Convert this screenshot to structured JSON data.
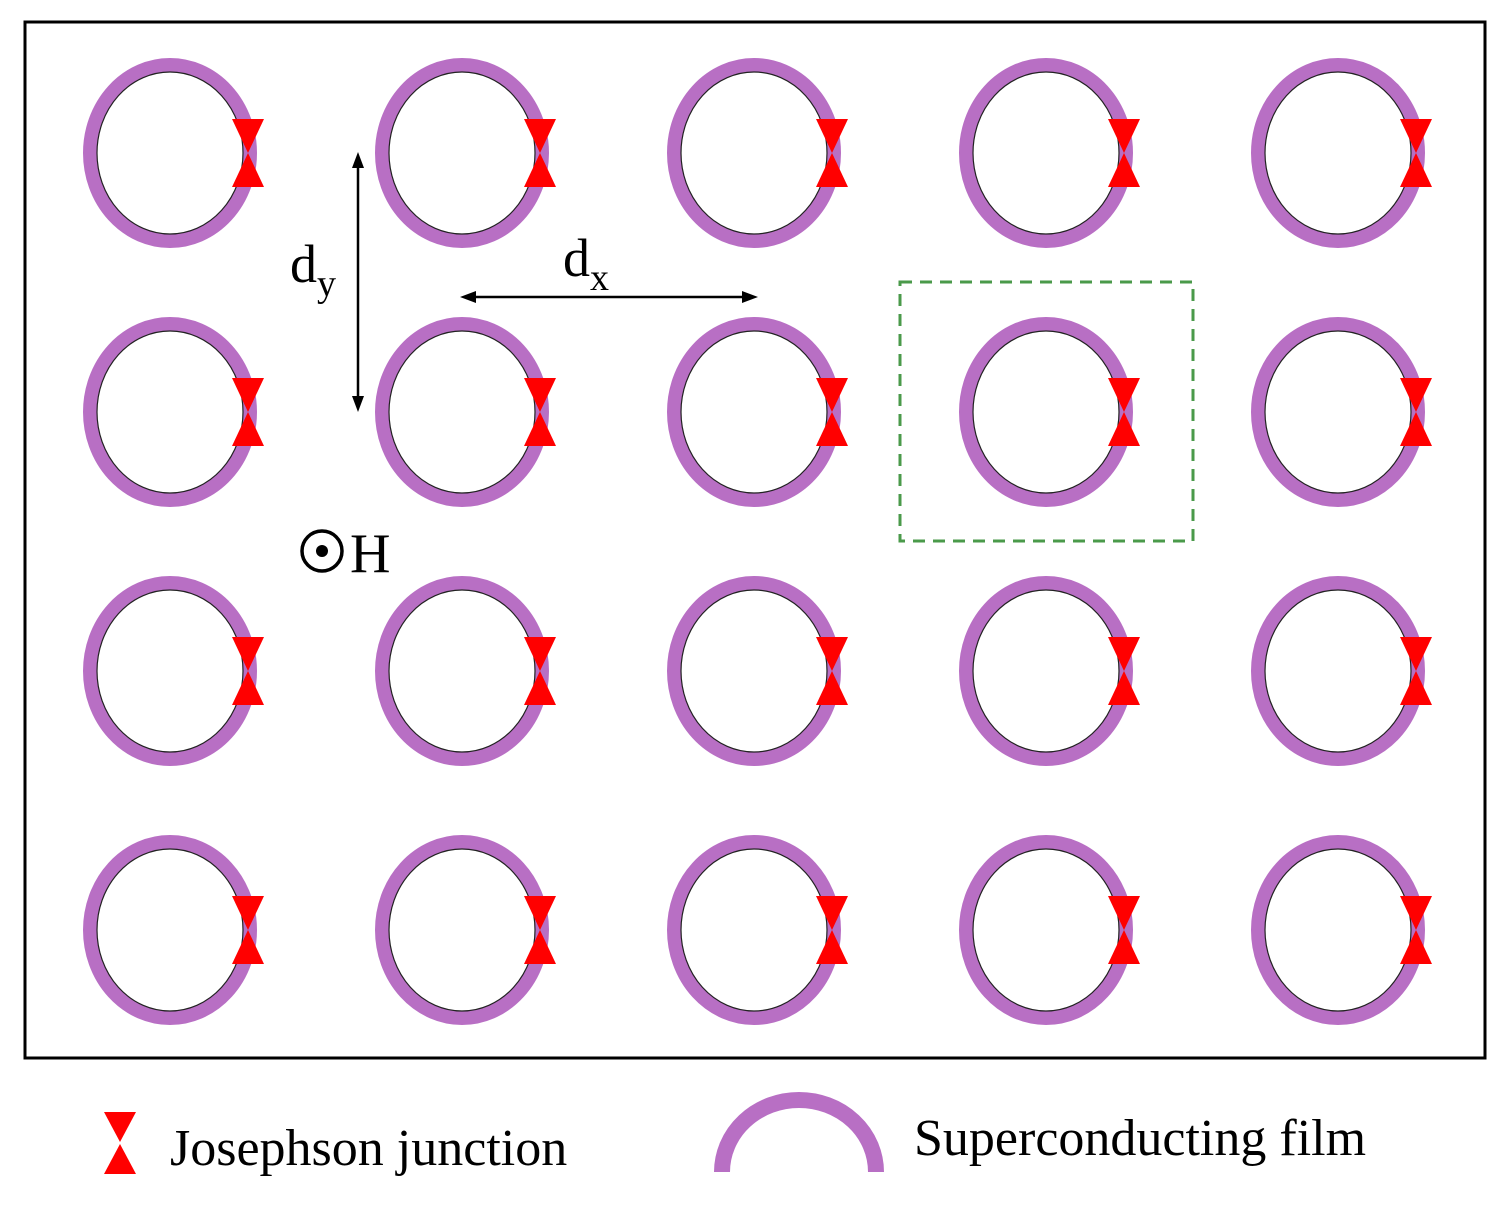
{
  "diagram": {
    "rows": 4,
    "cols": 5,
    "highlighted_cell": {
      "row": 2,
      "col": 4
    },
    "labels": {
      "dy_main": "d",
      "dy_sub": "y",
      "dx_main": "d",
      "dx_sub": "x",
      "field_label": "H"
    },
    "colors": {
      "film": "#b86fc4",
      "junction": "#ff0000",
      "highlight_box": "#4a9a4a",
      "frame": "#000000"
    }
  },
  "legend": {
    "junction_label": "Josephson junction",
    "film_label": "Superconducting film"
  }
}
